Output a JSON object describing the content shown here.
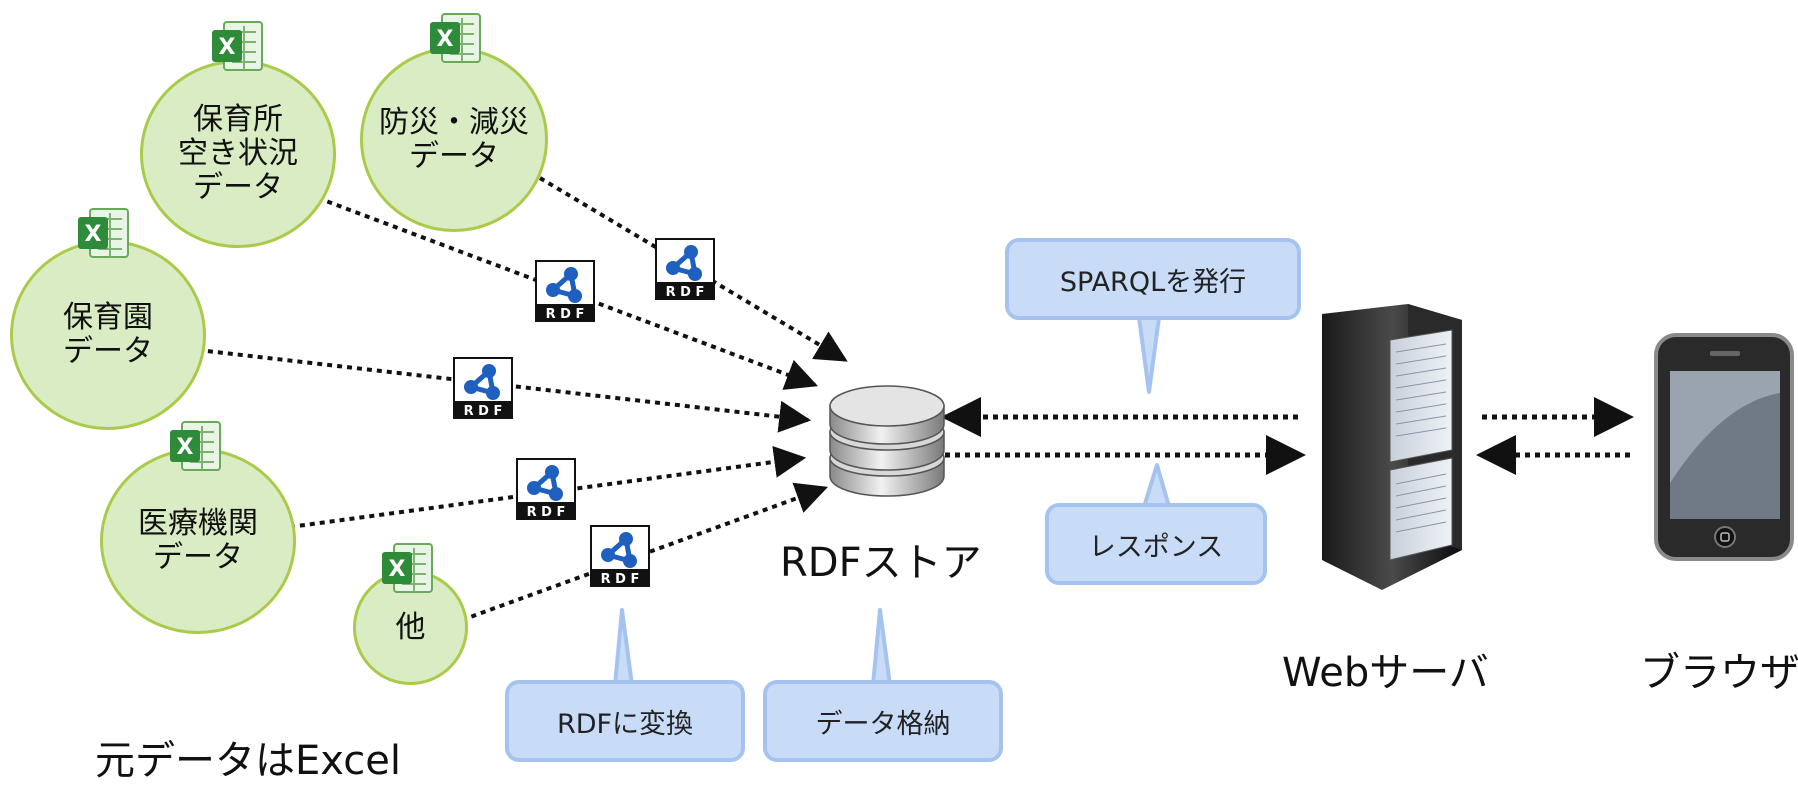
{
  "diagram": {
    "sources": [
      {
        "id": "nursery-vacancy",
        "label": "保育所\n空き状況\nデータ",
        "has_excel": true
      },
      {
        "id": "disaster",
        "label": "防災・減災\nデータ",
        "has_excel": true
      },
      {
        "id": "nursery",
        "label": "保育園\nデータ",
        "has_excel": true
      },
      {
        "id": "medical",
        "label": "医療機関\nデータ",
        "has_excel": true
      },
      {
        "id": "other",
        "label": "他",
        "has_excel": true
      }
    ],
    "source_caption": "元データはExcel",
    "rdf_icon_text": "R D F",
    "store_label": "RDFストア",
    "server_label": "Webサーバ",
    "browser_label": "ブラウザ",
    "callouts": {
      "convert": "RDFに変換",
      "store": "データ格納",
      "sparql": "SPARQLを発行",
      "response": "レスポンス"
    },
    "colors": {
      "circle_fill": "#d9ecc4",
      "circle_border": "#aacb4a",
      "callout_fill": "#c8dcf8",
      "callout_border": "#a6c3f0",
      "arrow": "#111111",
      "excel_green": "#2e8b3a",
      "rdf_blue": "#1f5fbf"
    },
    "icons": [
      "excel-icon",
      "rdf-icon",
      "database-icon",
      "server-icon",
      "smartphone-icon"
    ]
  }
}
